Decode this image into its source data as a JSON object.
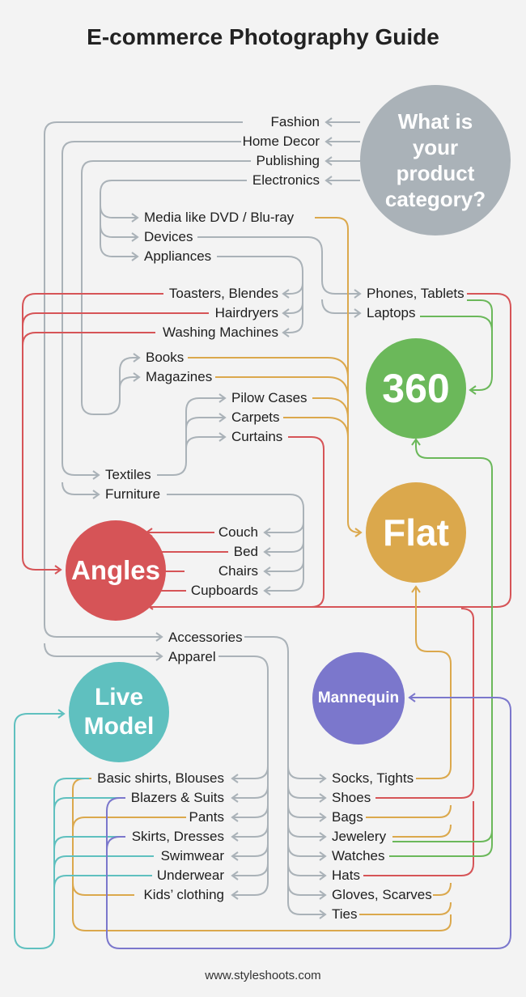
{
  "title": "E-commerce Photography Guide",
  "footer": "www.styleshoots.com",
  "colors": {
    "gray": "#aab2b8",
    "red": "#d65457",
    "orange": "#dba84c",
    "green": "#6bb85a",
    "teal": "#5fc0bf",
    "purple": "#7b77cc"
  },
  "circles": {
    "question": "What is your product category?",
    "c360": "360",
    "flat": "Flat",
    "angles": "Angles",
    "mannequin": "Mannequin",
    "live_model": "Live Model"
  },
  "categories": {
    "fashion": "Fashion",
    "home_decor": "Home Decor",
    "publishing": "Publishing",
    "electronics": "Electronics"
  },
  "electronics": {
    "media": "Media like DVD / Blu-ray",
    "devices": "Devices",
    "appliances": "Appliances",
    "phones": "Phones, Tablets",
    "laptops": "Laptops",
    "toasters": "Toasters, Blendes",
    "hairdryers": "Hairdryers",
    "washing": "Washing Machines"
  },
  "publishing": {
    "books": "Books",
    "magazines": "Magazines"
  },
  "home_decor": {
    "textiles": "Textiles",
    "furniture": "Furniture",
    "pillow": "Pilow Cases",
    "carpets": "Carpets",
    "curtains": "Curtains",
    "couch": "Couch",
    "bed": "Bed",
    "chairs": "Chairs",
    "cupboards": "Cupboards"
  },
  "fashion": {
    "accessories": "Accessories",
    "apparel": "Apparel",
    "socks": "Socks, Tights",
    "shoes": "Shoes",
    "bags": "Bags",
    "jewelery": "Jewelery",
    "watches": "Watches",
    "hats": "Hats",
    "gloves": "Gloves, Scarves",
    "ties": "Ties",
    "basic": "Basic shirts, Blouses",
    "blazers": "Blazers & Suits",
    "pants": "Pants",
    "skirts": "Skirts, Dresses",
    "swimwear": "Swimwear",
    "underwear": "Underwear",
    "kids": "Kids’ clothing"
  }
}
